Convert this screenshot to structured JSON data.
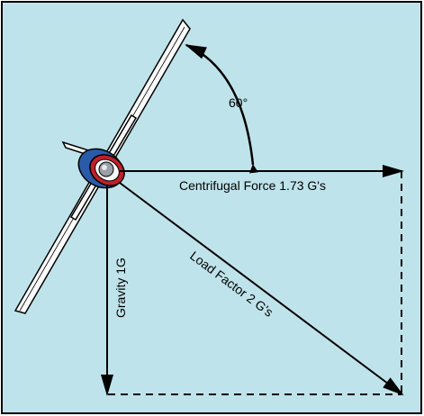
{
  "diagram": {
    "angle_label": "60°",
    "centrifugal_label": "Centrifugal Force 1.73 G's",
    "load_factor_label": "Load Factor 2 G's",
    "gravity_label": "Gravity 1G",
    "bank_angle_deg": 60,
    "centrifugal_g": 1.73,
    "gravity_g": 1,
    "load_factor_g": 2,
    "colors": {
      "background": "#bfe3ea",
      "border": "#000000",
      "vectors": "#000000",
      "fuselage_blue": "#2a5ba8",
      "cowl_red": "#c0202a",
      "spinner_gray": "#9aa0a6",
      "wing_white": "#ffffff"
    }
  }
}
